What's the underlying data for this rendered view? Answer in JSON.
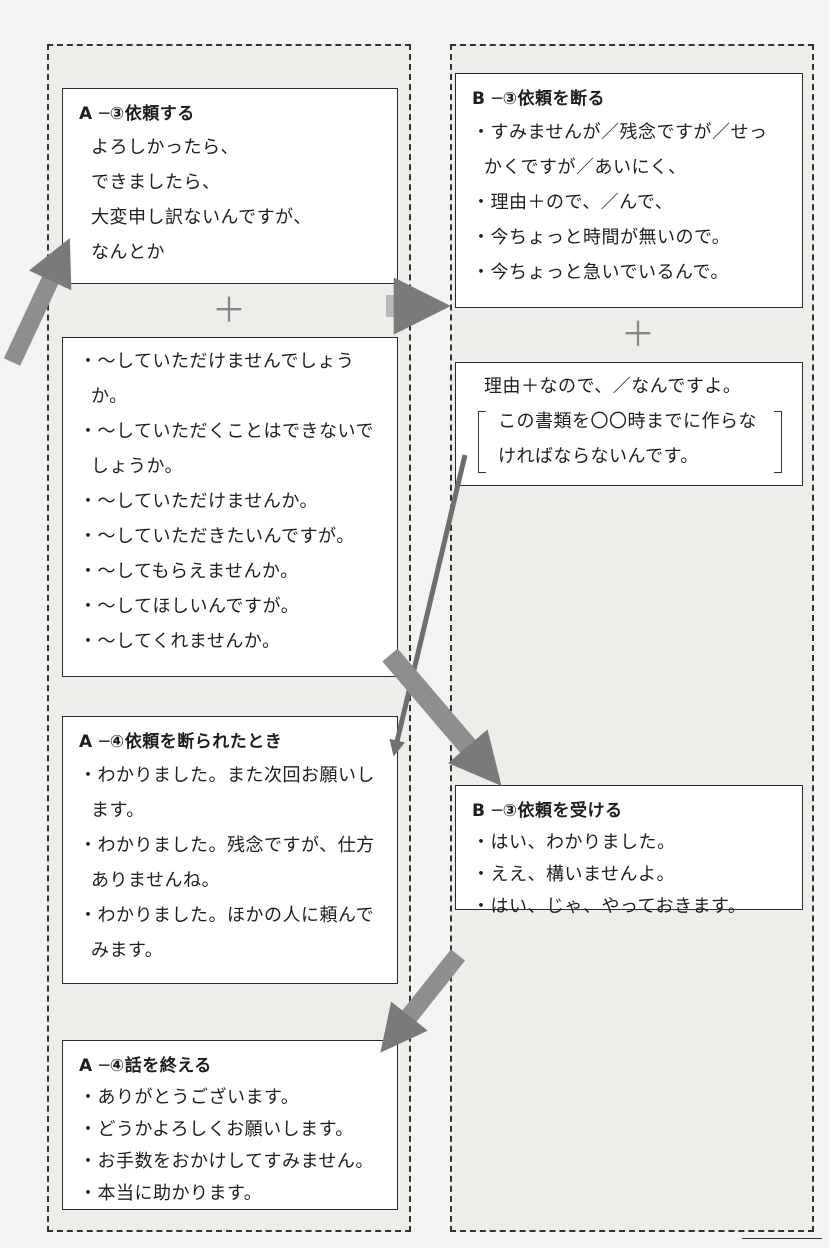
{
  "a3": {
    "title": "A ─③依頼する",
    "lines": [
      "よろしかったら、",
      "できましたら、",
      "大変申し訳ないんですが、",
      "なんとか"
    ]
  },
  "plus_symbol": "＋",
  "a3_list": [
    "・～していただけませんでしょう",
    "か。",
    "・～していただくことはできないで",
    "しょうか。",
    "・～していただけませんか。",
    "・～していただきたいんですが。",
    "・～してもらえませんか。",
    "・～してほしいんですが。",
    "・～してくれませんか。"
  ],
  "a4a": {
    "title": "A ─④依頼を断られたとき",
    "lines": [
      "・わかりました。また次回お願いし",
      "ます。",
      "・わかりました。残念ですが、仕方",
      "ありませんね。",
      "・わかりました。ほかの人に頼んで",
      "みます。"
    ]
  },
  "a4b": {
    "title": "A ─④話を終える",
    "lines": [
      "・ありがとうございます。",
      "・どうかよろしくお願いします。",
      "・お手数をおかけしてすみません。",
      "・本当に助かります。"
    ]
  },
  "b3a": {
    "title": "B ─③依頼を断る",
    "lines": [
      "・すみませんが／残念ですが／せっ",
      "かくですが／あいにく、",
      "・理由＋ので、／んで、",
      "・今ちょっと時間が無いので。",
      "・今ちょっと急いでいるんで。"
    ]
  },
  "b3_reason": {
    "line1": "理由＋なので、／なんですよ。",
    "line2": "この書類を〇〇時までに作らな",
    "line3": "ければならないんです。"
  },
  "b3b": {
    "title": "B ─③依頼を受ける",
    "lines": [
      "・はい、わかりました。",
      "・ええ、構いませんよ。",
      "・はい、じゃ、やっておきます。"
    ]
  },
  "colors": {
    "arrow": "#8e8e8e",
    "arrow_dark": "#6e6e6e",
    "border": "#2b2b2b"
  }
}
